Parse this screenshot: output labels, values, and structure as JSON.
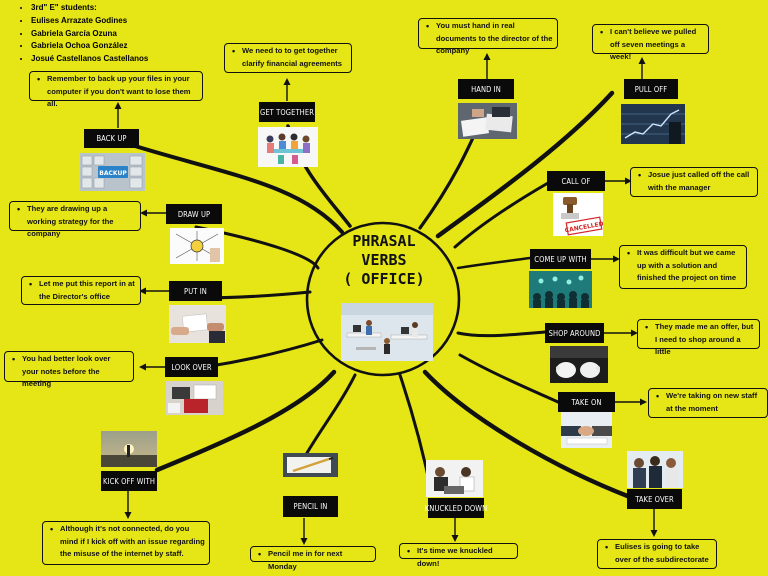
{
  "students": {
    "items": [
      "3rd\" E\" students:",
      "Eulises Arrazate Godines",
      "Gabriela García Ozuna",
      "Gabriela Ochoa González",
      "Josué Castellanos Castellanos"
    ]
  },
  "title": {
    "line1": "PHRASAL",
    "line2": "VERBS",
    "line3": "( OFFICE)"
  },
  "verbs": {
    "back_up": {
      "label": "BACK UP",
      "sentence": "Remember to back up your files in your computer if you don't want to lose them all."
    },
    "get_together": {
      "label": "GET TOGETHER",
      "sentence": "We need to to get together clarify financial agreements"
    },
    "hand_in": {
      "label": "HAND IN",
      "sentence": "You must hand in real documents to the director of the company"
    },
    "pull_off": {
      "label": "PULL OFF",
      "sentence": "I can't believe we pulled off seven meetings a week!"
    },
    "call_of": {
      "label": "CALL OF",
      "sentence": "Josue just called off the call with the manager"
    },
    "draw_up": {
      "label": "DRAW UP",
      "sentence": "They are drawing up a working strategy for the company"
    },
    "come_up_with": {
      "label": "COME UP WITH",
      "sentence": "It was difficult but we came up with a solution and finished the project on time"
    },
    "put_in": {
      "label": "PUT IN",
      "sentence": "Let me put this report in at the Director's office"
    },
    "shop_around": {
      "label": "SHOP AROUND",
      "sentence": "They made me an offer, but I need to shop around a little"
    },
    "look_over": {
      "label": "LOOK OVER",
      "sentence": "You had better look over your notes before  the  meeting"
    },
    "take_on": {
      "label": "TAKE ON",
      "sentence": "We're taking on new staff at the moment"
    },
    "kick_off_with": {
      "label": "KICK OFF WITH",
      "sentence": "Although it's not connected, do you mind if I kick off with an issue regarding the misuse of the internet by staff."
    },
    "pencil_in": {
      "label": "PENCIL IN",
      "sentence": "Pencil me in for next Monday"
    },
    "knuckled_down": {
      "label": "KNUCKLED DOWN",
      "sentence": "It's time we knuckled down!"
    },
    "take_over": {
      "label": "TAKE OVER",
      "sentence": "Eulises is going to take over of the subdirectorate"
    }
  },
  "stamp_text": "CANCELLED",
  "sticky_text": "BACKUP"
}
